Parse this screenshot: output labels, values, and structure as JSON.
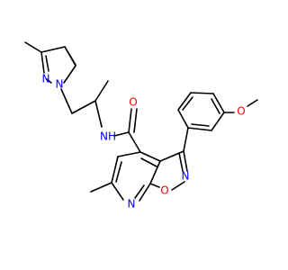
{
  "colors": {
    "background": "#ffffff",
    "bond": "#000000",
    "nitrogen": "#0000ff",
    "oxygen": "#ff0000"
  },
  "atoms": {
    "n_pyrazole_2": "N",
    "n_pyrazole_1": "N",
    "o_amide": "O",
    "nh_amide": "NH",
    "o_methoxy": "O",
    "n_isoxazole": "N",
    "o_isoxazole": "O",
    "n_pyridine": "N"
  }
}
